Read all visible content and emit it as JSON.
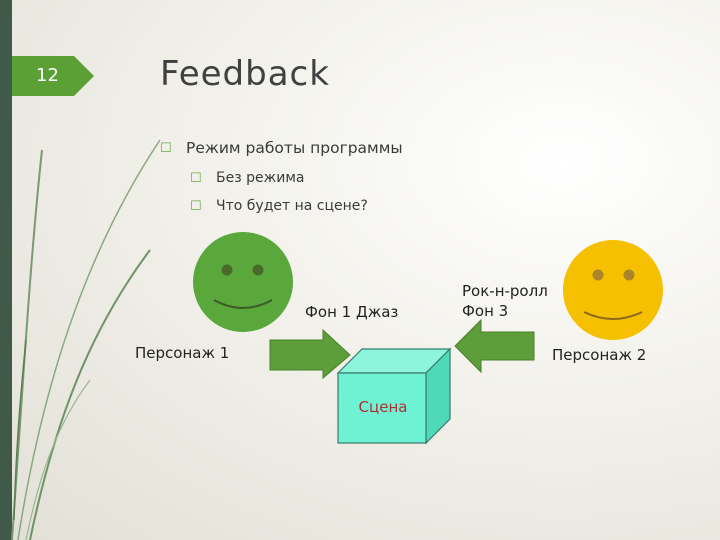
{
  "slide": {
    "number": "12",
    "title": "Feedback",
    "bullets": [
      {
        "text": "Режим работы программы",
        "level": 1
      },
      {
        "text": "Без режима",
        "level": 2
      },
      {
        "text": "Что будет на сцене?",
        "level": 2
      }
    ]
  },
  "diagram": {
    "character_1": {
      "label": "Персонаж 1",
      "color": "#5aa83c"
    },
    "character_2": {
      "label": "Персонаж 2",
      "color": "#f5c000"
    },
    "arrow_left_label": "Фон 1 Джаз",
    "arrow_right_label_line1": "Рок-н-ролл",
    "arrow_right_label_line2": "Фон 3",
    "stage_label": "Сцена",
    "arrow_color": "#5e9e3a",
    "stage_color": "#6ef2d3"
  },
  "colors": {
    "accent": "#5aa035",
    "side_band": "#3f5a48"
  }
}
